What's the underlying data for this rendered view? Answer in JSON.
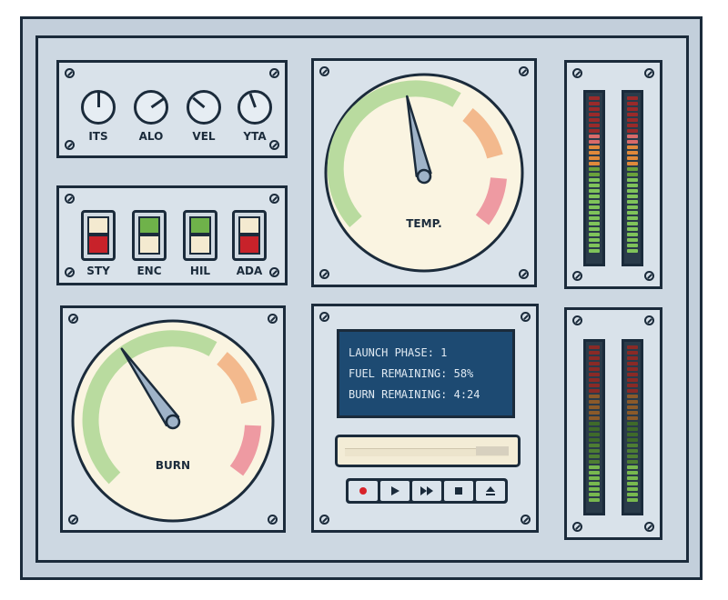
{
  "knobs": [
    {
      "label": "ITS",
      "angle": 180
    },
    {
      "label": "ALO",
      "angle": 235
    },
    {
      "label": "VEL",
      "angle": 130
    },
    {
      "label": "YTA",
      "angle": 160
    }
  ],
  "switches": [
    {
      "label": "STY",
      "state": "down",
      "top_color": "#f4ead0",
      "bottom_color": "#c8222a"
    },
    {
      "label": "ENC",
      "state": "up",
      "top_color": "#6fb24a",
      "bottom_color": "#f4ead0"
    },
    {
      "label": "HIL",
      "state": "up",
      "top_color": "#6fb24a",
      "bottom_color": "#f4ead0"
    },
    {
      "label": "ADA",
      "state": "down",
      "top_color": "#f4ead0",
      "bottom_color": "#c8222a"
    }
  ],
  "gauges": {
    "temp": {
      "label": "TEMP.",
      "needle_angle": -12
    },
    "burn": {
      "label": "BURN",
      "needle_angle": -35
    }
  },
  "display": {
    "lines": [
      "LAUNCH PHASE: 1",
      "FUEL REMAINING: 58%",
      "BURN REMAINING: 4:24"
    ]
  },
  "transport": {
    "buttons": [
      "record-icon",
      "play-icon",
      "fast-forward-icon",
      "stop-icon",
      "eject-icon"
    ]
  },
  "colors": {
    "ink": "#1b2b3b",
    "gauge_face": "#faf4e1",
    "gauge_green": "#b9db9f",
    "gauge_orange": "#f3b98d",
    "gauge_red": "#ee9aa2",
    "needle": "#9fb3c8",
    "screen": "#1d4a72"
  }
}
